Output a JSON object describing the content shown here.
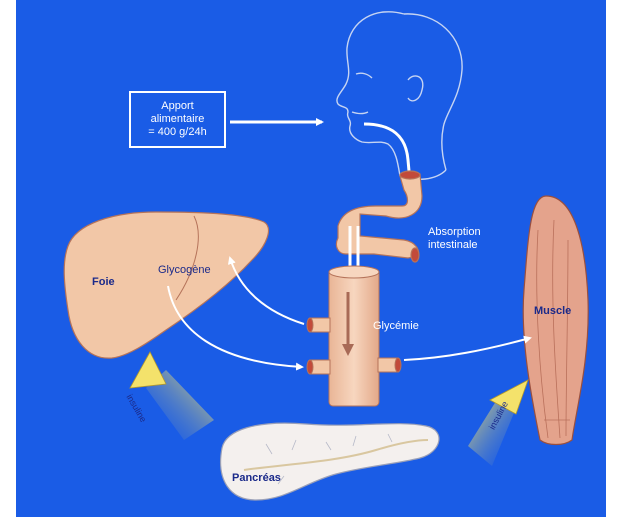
{
  "colors": {
    "background": "#1a5ce6",
    "organ": "#f2c7a7",
    "organ_outline": "#b5735a",
    "arrow": "#ffffff",
    "insulin_arrow": "#f4e26b"
  },
  "labels": {
    "apport_line1": "Apport",
    "apport_line2": "alimentaire",
    "apport_line3": "= 400 g/24h",
    "absorption_line1": "Absorption",
    "absorption_line2": "intestinale",
    "foie": "Foie",
    "glycogene": "Glycogène",
    "glycemie": "Glycémie",
    "muscle": "Muscle",
    "pancreas": "Pancréas",
    "insuline_left": "insuline",
    "insuline_right": "insuline"
  }
}
